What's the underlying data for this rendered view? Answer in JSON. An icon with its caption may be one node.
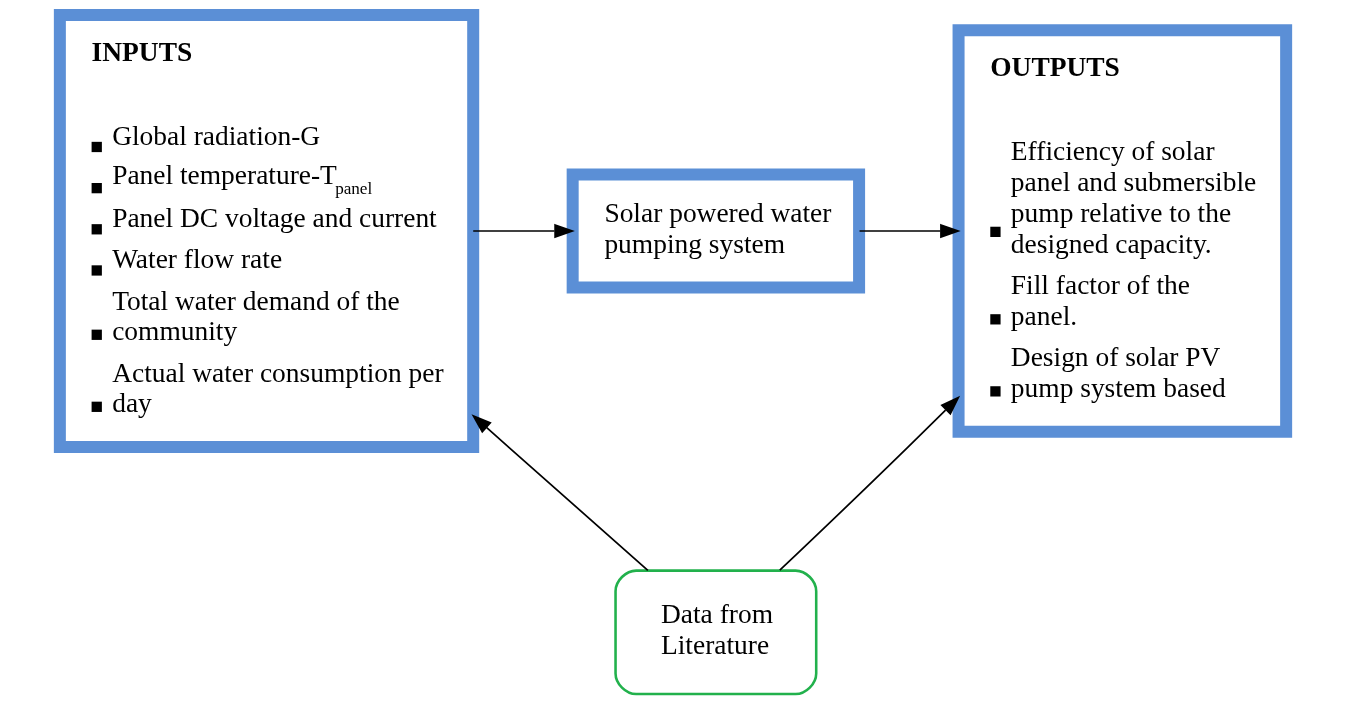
{
  "diagram": {
    "nodes": [
      {
        "text": [
          "INPUTS",
          "Global radiation-G",
          "Panel temperature-T$_{panel}$",
          "Panel DC voltage and current",
          "Water flow rate",
          "Total water demand of the community",
          "Actual water consumption per day"
        ]
      },
      {
        "text": [
          "Solar powered water pumping system"
        ]
      },
      {
        "text": [
          "OUTPUTS",
          "Efficiency of solar panel and submersible pump relative to the designed capacity.",
          "Fill factor of the panel.",
          "Design of solar PV pump system based"
        ]
      },
      {
        "text": [
          "Data from Literature"
        ]
      }
    ],
    "edges": [
      {
        "from": 0,
        "to": 1,
        "arrow": "to"
      },
      {
        "from": 1,
        "to": 2,
        "arrow": "to"
      },
      {
        "from": 3,
        "to": 0,
        "arrow": "to"
      },
      {
        "from": 3,
        "to": 2,
        "arrow": "to"
      }
    ]
  }
}
